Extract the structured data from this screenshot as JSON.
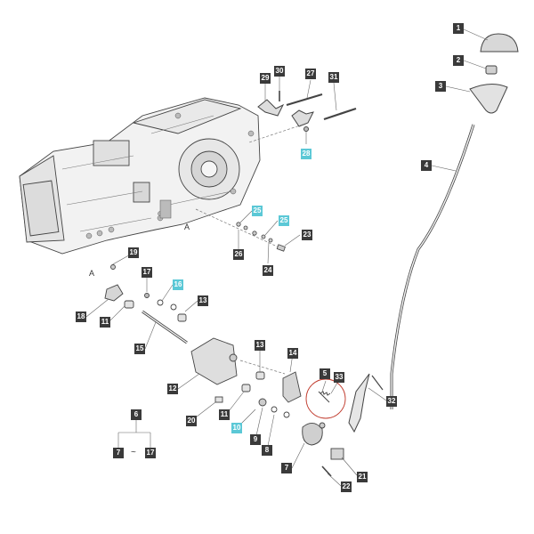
{
  "diagram": {
    "ref_letter": "A",
    "group_separator": "~",
    "highlight_color": "#5bc8d6",
    "callout_color": "#3a3a3a",
    "callouts": {
      "c1": "1",
      "c2": "2",
      "c3": "3",
      "c4": "4",
      "c5": "5",
      "c6": "6",
      "c7a": "7",
      "c7b": "7",
      "c8": "8",
      "c9": "9",
      "c10": "10",
      "c11a": "11",
      "c11b": "11",
      "c12": "12",
      "c13a": "13",
      "c13b": "13",
      "c14": "14",
      "c15": "15",
      "c16": "16",
      "c17a": "17",
      "c17b": "17",
      "c18": "18",
      "c19": "19",
      "c20": "20",
      "c21": "21",
      "c22": "22",
      "c23": "23",
      "c24": "24",
      "c25a": "25",
      "c25b": "25",
      "c26": "26",
      "c27": "27",
      "c28": "28",
      "c29": "29",
      "c30": "30",
      "c31": "31",
      "c32": "32",
      "c33": "33"
    }
  }
}
